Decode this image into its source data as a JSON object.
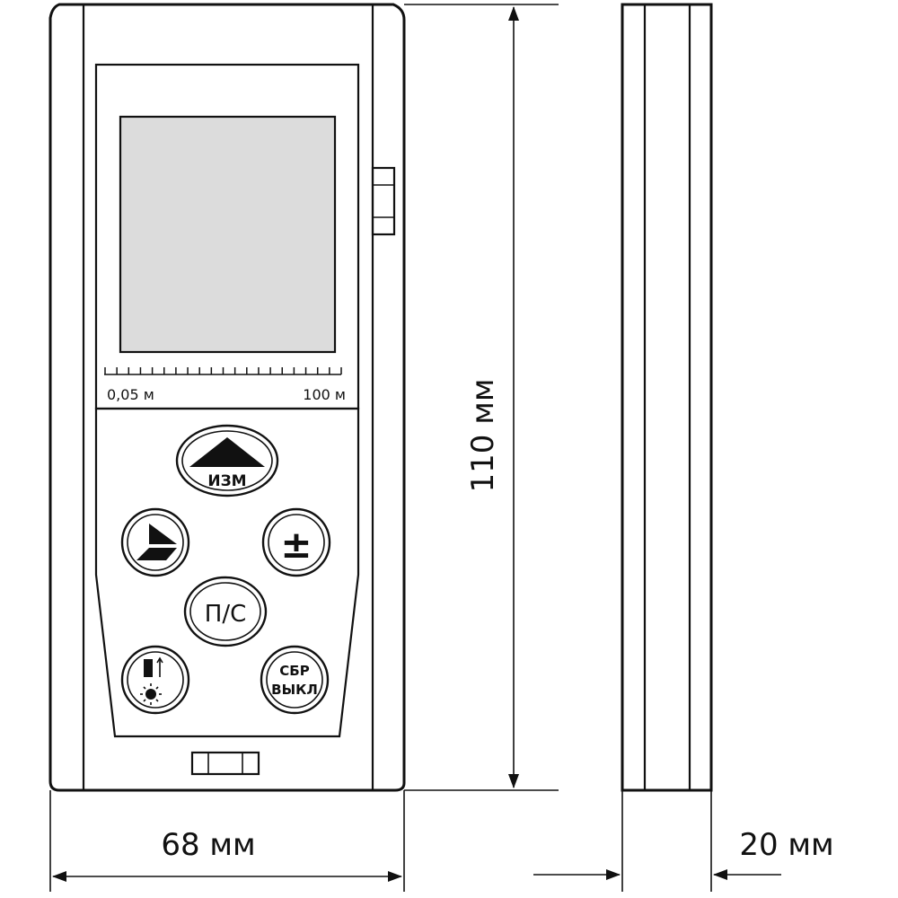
{
  "dimensions": {
    "width": "68 мм",
    "height": "110 мм",
    "depth": "20 мм"
  },
  "scale": {
    "min": "0,05 м",
    "max": "100 м"
  },
  "buttons": {
    "measure": "ИЗМ",
    "plus_minus": "±",
    "ps": "П/С",
    "reset_line1": "СБР",
    "reset_line2": "ВЫКЛ"
  },
  "colors": {
    "screen": "#dcdcdc",
    "ink": "#111111"
  }
}
